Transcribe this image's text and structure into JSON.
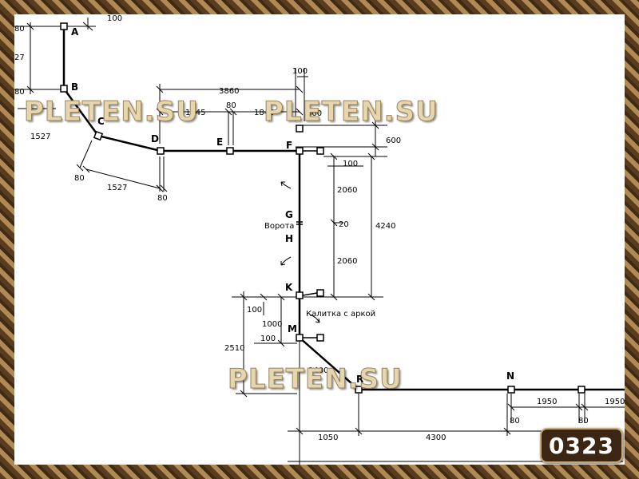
{
  "watermark": "PLETEN.SU",
  "badge": "0323",
  "points": {
    "A": "A",
    "B": "B",
    "C": "C",
    "D": "D",
    "E": "E",
    "F": "F",
    "G": "G",
    "H": "H",
    "K": "K",
    "M": "M",
    "N": "N",
    "R": "R"
  },
  "labels": {
    "gate": "Ворота",
    "wicket": "Калитка с аркой"
  },
  "dims": {
    "d100_top": "100",
    "d80_a": "80",
    "d27": "27",
    "d80_b": "80",
    "d1527_bc": "1527",
    "d80_c": "80",
    "d1527_cd": "1527",
    "d80_d": "80",
    "d3860": "3860",
    "d80_e": "80",
    "d1845_de": "1845",
    "d1845_ef": "1845",
    "d100_f": "100",
    "d600_a": "600",
    "d600_b": "600",
    "d100_fr": "100",
    "d2060_fg": "2060",
    "d20": "20",
    "d4240": "4240",
    "d2060_hk": "2060",
    "d100_k": "100",
    "d1000": "1000",
    "d100_m": "100",
    "d2510": "2510",
    "d1400": "1400",
    "d1950_a": "1950",
    "d1950_b": "1950",
    "d80_n1": "80",
    "d80_n2": "80",
    "d1050": "1050",
    "d4300": "4300"
  }
}
